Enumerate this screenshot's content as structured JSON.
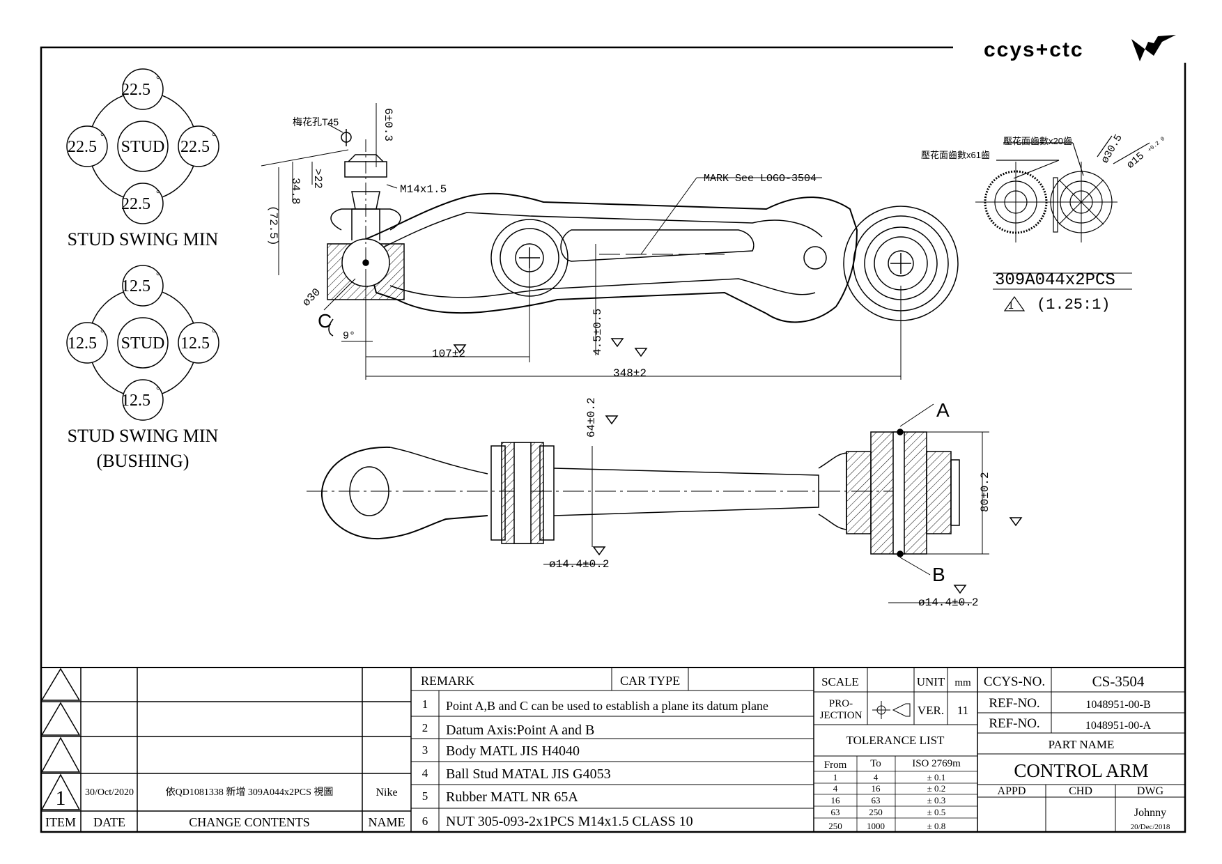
{
  "logo": {
    "text": "ccys+ctc"
  },
  "swing": {
    "top": {
      "values": [
        "22.5",
        "22.5",
        "22.5",
        "22.5"
      ],
      "degree": "°",
      "center": "STUD",
      "caption": "STUD SWING MIN"
    },
    "bottom": {
      "values": [
        "12.5",
        "12.5",
        "12.5",
        "12.5"
      ],
      "degree": "°",
      "center": "STUD",
      "caption1": "STUD SWING MIN",
      "caption2": "(BUSHING)"
    }
  },
  "side_view": {
    "torx": "梅花孔T45",
    "dim_6": "6±0.3",
    "dim_22": ">22",
    "dim_34": "34.8",
    "dim_72": "(72.5)",
    "thread": "M14x1.5",
    "mark": "MARK See LOGO-3504",
    "dia30": "ø30",
    "label_c": "C",
    "angle": "9°",
    "dim_107": "107±2",
    "dim_348": "348±2",
    "dim_45": "4.5±0.5"
  },
  "serration": {
    "left_label": "壓花面齒數x61齒",
    "right_label": "壓花面齒數x20齒",
    "dia305": "ø30.5",
    "dia15": "ø15",
    "dia15_tol": "+0.2 0",
    "part": "309A044x2PCS",
    "revmark": "1",
    "scale": "(1.25:1)"
  },
  "top_view": {
    "dim_64": "64±0.2",
    "dim_80": "80±0.2",
    "dia144_left": "ø14.4±0.2",
    "dia144_right": "ø14.4±0.2",
    "label_a": "A",
    "label_b": "B"
  },
  "revision": {
    "rows": [
      {
        "mark": "",
        "date": "",
        "change": "",
        "name": ""
      },
      {
        "mark": "",
        "date": "",
        "change": "",
        "name": ""
      },
      {
        "mark": "",
        "date": "",
        "change": "",
        "name": ""
      },
      {
        "mark": "1",
        "date": "30/Oct/2020",
        "change": "依QD1081338 新增 309A044x2PCS 視圖",
        "name": "Nike"
      }
    ],
    "headers": {
      "item": "ITEM",
      "date": "DATE",
      "change": "CHANGE CONTENTS",
      "name": "NAME"
    }
  },
  "remarks": {
    "header": "REMARK",
    "car_type": "CAR TYPE",
    "items": [
      {
        "no": "1",
        "text": "Point A,B and C can be used to establish a plane its datum plane"
      },
      {
        "no": "2",
        "text": "Datum Axis:Point A and B"
      },
      {
        "no": "3",
        "text": "Body MATL JIS H4040"
      },
      {
        "no": "4",
        "text": "Ball Stud MATAL JIS G4053"
      },
      {
        "no": "5",
        "text": "Rubber MATL NR 65A"
      },
      {
        "no": "6",
        "text": "NUT 305-093-2x1PCS M14x1.5 CLASS 10"
      }
    ]
  },
  "info": {
    "scale_label": "SCALE",
    "unit_label": "UNIT",
    "unit": "mm",
    "projection_label1": "PRO-",
    "projection_label2": "JECTION",
    "ver_label": "VER.",
    "ver": "11",
    "tolerance_title": "TOLERANCE LIST",
    "tol_headers": [
      "From",
      "To",
      "ISO 2769m"
    ],
    "tolerances": [
      [
        "1",
        "4",
        "± 0.1"
      ],
      [
        "4",
        "16",
        "± 0.2"
      ],
      [
        "16",
        "63",
        "± 0.3"
      ],
      [
        "63",
        "250",
        "± 0.5"
      ],
      [
        "250",
        "1000",
        "± 0.8"
      ]
    ]
  },
  "title_block": {
    "ccys_label": "CCYS-NO.",
    "ccys_no": "CS-3504",
    "ref_label": "REF-NO.",
    "ref1": "1048951-00-B",
    "ref2": "1048951-00-A",
    "part_name_label": "PART NAME",
    "part_name": "CONTROL ARM",
    "appd": "APPD",
    "chd": "CHD",
    "dwg": "DWG",
    "drawer": "Johnny",
    "drawn_date": "20/Dec/2018"
  }
}
